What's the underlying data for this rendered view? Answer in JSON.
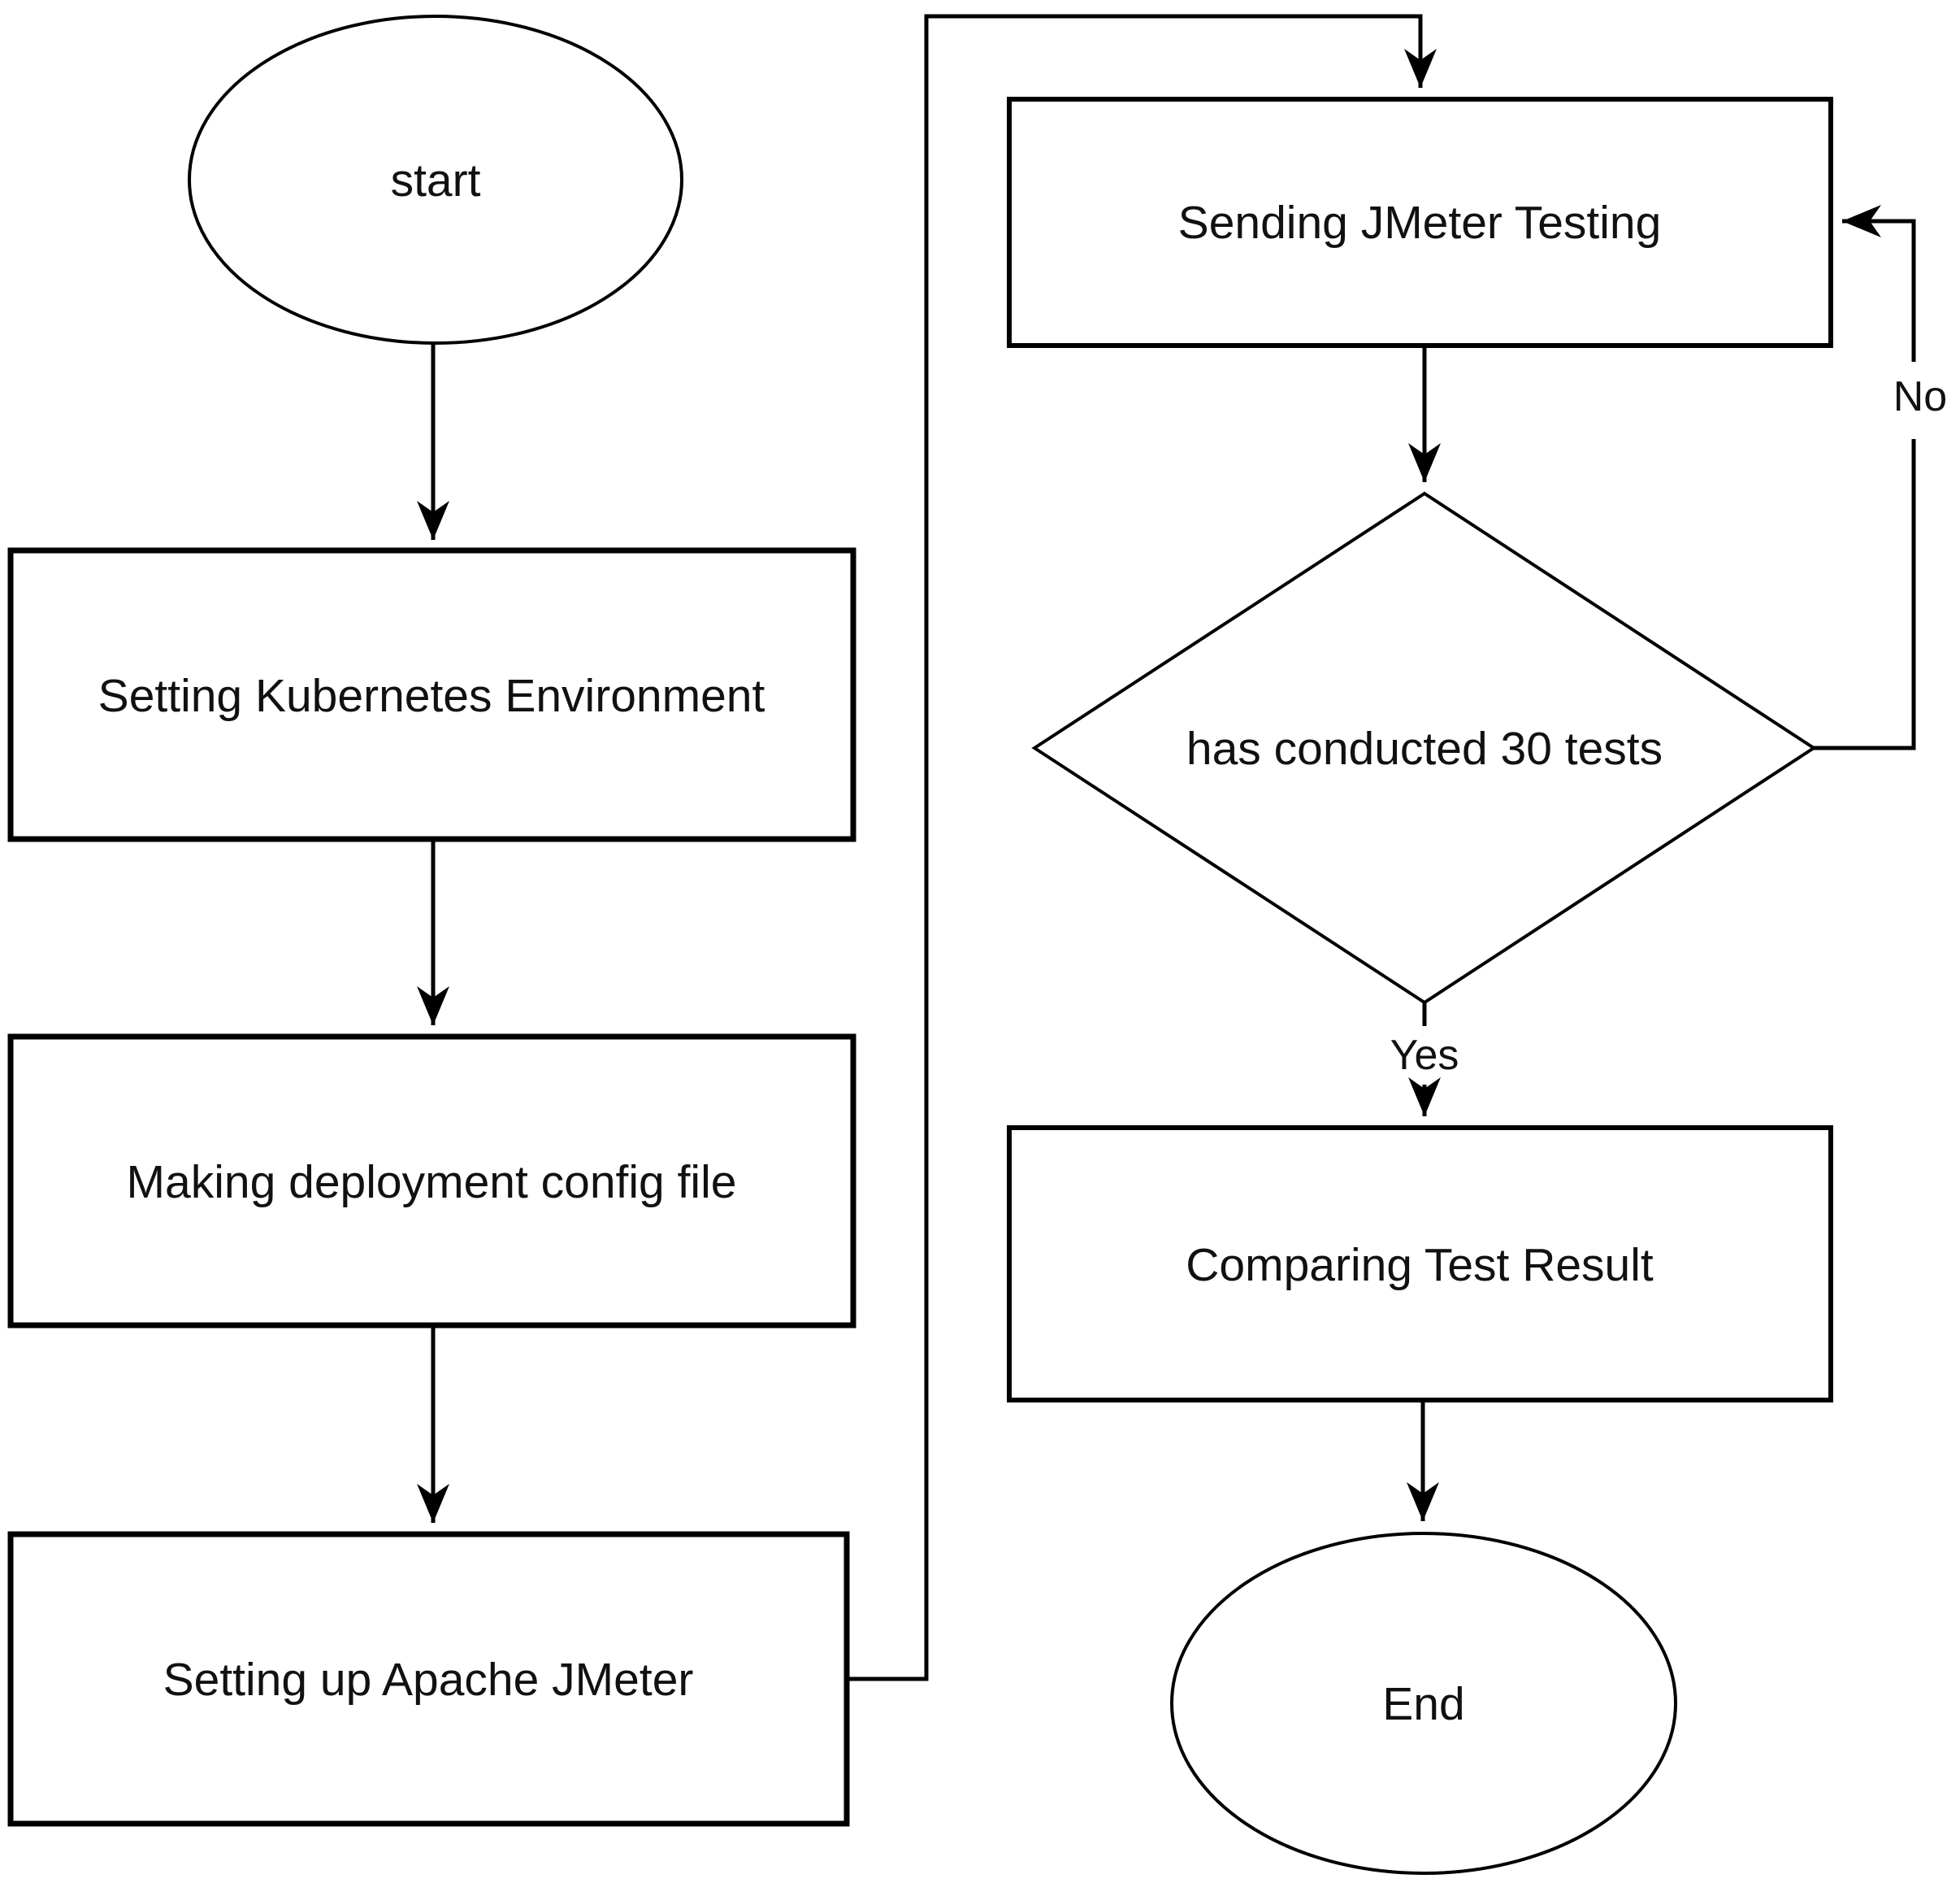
{
  "diagram": {
    "type": "flowchart",
    "background": "#ffffff",
    "stroke_color": "#000000",
    "text_color": "#111111",
    "nodes": {
      "start": {
        "label": "start",
        "shape": "ellipse"
      },
      "setup_k8s": {
        "label": "Setting Kubernetes Environment",
        "shape": "process"
      },
      "make_config": {
        "label": "Making deployment config file",
        "shape": "process"
      },
      "setup_jmeter": {
        "label": "Setting up Apache JMeter",
        "shape": "process"
      },
      "send_jmeter": {
        "label": "Sending JMeter Testing",
        "shape": "process"
      },
      "decision": {
        "label": "has conducted 30 tests",
        "shape": "decision"
      },
      "compare": {
        "label": "Comparing Test Result",
        "shape": "process"
      },
      "end": {
        "label": "End",
        "shape": "ellipse"
      }
    },
    "edges": {
      "no_label": "No",
      "yes_label": "Yes",
      "flow": [
        "start -> setup_k8s",
        "setup_k8s -> make_config",
        "make_config -> setup_jmeter",
        "setup_jmeter -> send_jmeter",
        "send_jmeter -> decision",
        "decision -No-> send_jmeter",
        "decision -Yes-> compare",
        "compare -> end"
      ]
    }
  }
}
